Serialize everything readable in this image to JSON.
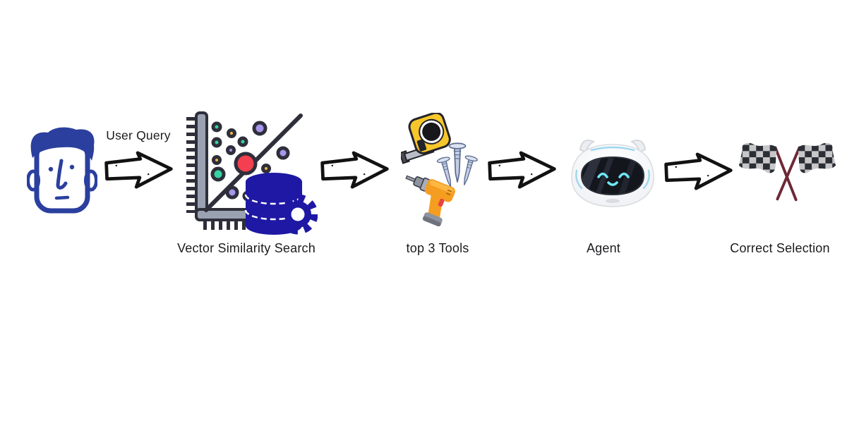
{
  "flow": {
    "arrow_label": "User Query",
    "labels": {
      "vector_similarity_search": "Vector Similarity Search",
      "top_3_tools": "top 3 Tools",
      "agent": "Agent",
      "correct_selection": "Correct Selection"
    }
  },
  "icons": [
    "user-face-icon",
    "flow-arrow-icon",
    "scatter-plot-icon",
    "database-icon",
    "gear-icon",
    "tape-measure-icon",
    "nails-icon",
    "drill-icon",
    "robot-agent-icon",
    "checkered-flags-icon"
  ],
  "colors": {
    "background": "#ffffff",
    "text": "#1b1b1f",
    "face_blue": "#2b3f9e",
    "arrow_black": "#121212",
    "outline_dark": "#2e2f3a",
    "axis_gray": "#9aa2b1",
    "dot_red": "#f43f51",
    "dot_teal": "#35d3a2",
    "dot_orange": "#f6b545",
    "dot_purple": "#a795ee",
    "database_navy": "#1e18a4",
    "tape_yellow": "#f7c62b",
    "nail_steel": "#c3cde4",
    "drill_orange": "#f59d20",
    "drill_trigger_red": "#e8433f",
    "robot_body_white": "#f2f3f6",
    "robot_screen_dark": "#14161d",
    "robot_eyes_cyan": "#6ee8f5",
    "robot_accent_blue": "#9fd8f0",
    "flag_pole_maroon": "#6d2836",
    "flag_checker_dark": "#2c2e36",
    "flag_checker_light": "#c7c7c9"
  }
}
